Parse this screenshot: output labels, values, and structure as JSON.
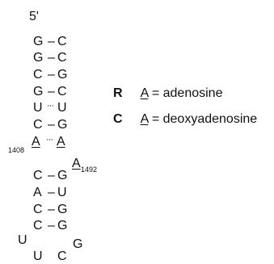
{
  "diagram": {
    "five_prime_label": "5'",
    "pairs": [
      {
        "left": "G",
        "bond": "–",
        "right": "C"
      },
      {
        "left": "G",
        "bond": "–",
        "right": "C"
      },
      {
        "left": "C",
        "bond": "–",
        "right": "G"
      },
      {
        "left": "G",
        "bond": "–",
        "right": "C"
      },
      {
        "left": "U",
        "bond": "···",
        "right": "U"
      },
      {
        "left": "C",
        "bond": "–",
        "right": "G"
      },
      {
        "left": "A",
        "bond": "···",
        "right": "A"
      },
      {
        "left": "C",
        "bond": "–",
        "right": "G"
      },
      {
        "left": "A",
        "bond": "–",
        "right": "U"
      },
      {
        "left": "C",
        "bond": "–",
        "right": "G"
      },
      {
        "left": "C",
        "bond": "–",
        "right": "G"
      }
    ],
    "bulge_base": "A",
    "label_left_a": "1408",
    "label_bulge_a": "1492",
    "loop": {
      "left_outer": "U",
      "right_outer": "G",
      "bottom_left": "U",
      "bottom_right": "C"
    }
  },
  "legend": {
    "items": [
      {
        "letter": "R",
        "base": "A",
        "equals": "=",
        "meaning": "adenosine"
      },
      {
        "letter": "C",
        "base": "A",
        "equals": "=",
        "meaning": "deoxyadenosine"
      }
    ]
  }
}
